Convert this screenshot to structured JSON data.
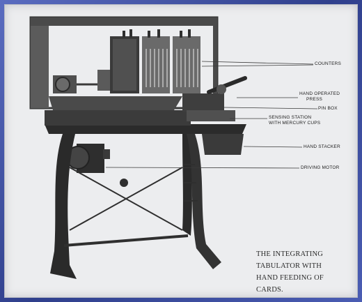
{
  "labels": {
    "counters": "COUNTERS",
    "press_line1": "HAND OPERATED",
    "press_line2": "PRESS",
    "pin_box": "PIN BOX",
    "sensing_line1": "SENSING STATION",
    "sensing_line2": "WITH MERCURY CUPS",
    "hand_stacker": "HAND STACKER",
    "driving_motor": "DRIVING MOTOR"
  },
  "caption": {
    "line1": "THE INTEGRATING",
    "line2": "TABULATOR WITH",
    "line3": "HAND FEEDING OF",
    "line4": "CARDS."
  },
  "colors": {
    "frame": "#3a4ea0",
    "photo_background": "#ecedef",
    "machine_dark": "#2b2b2b"
  }
}
